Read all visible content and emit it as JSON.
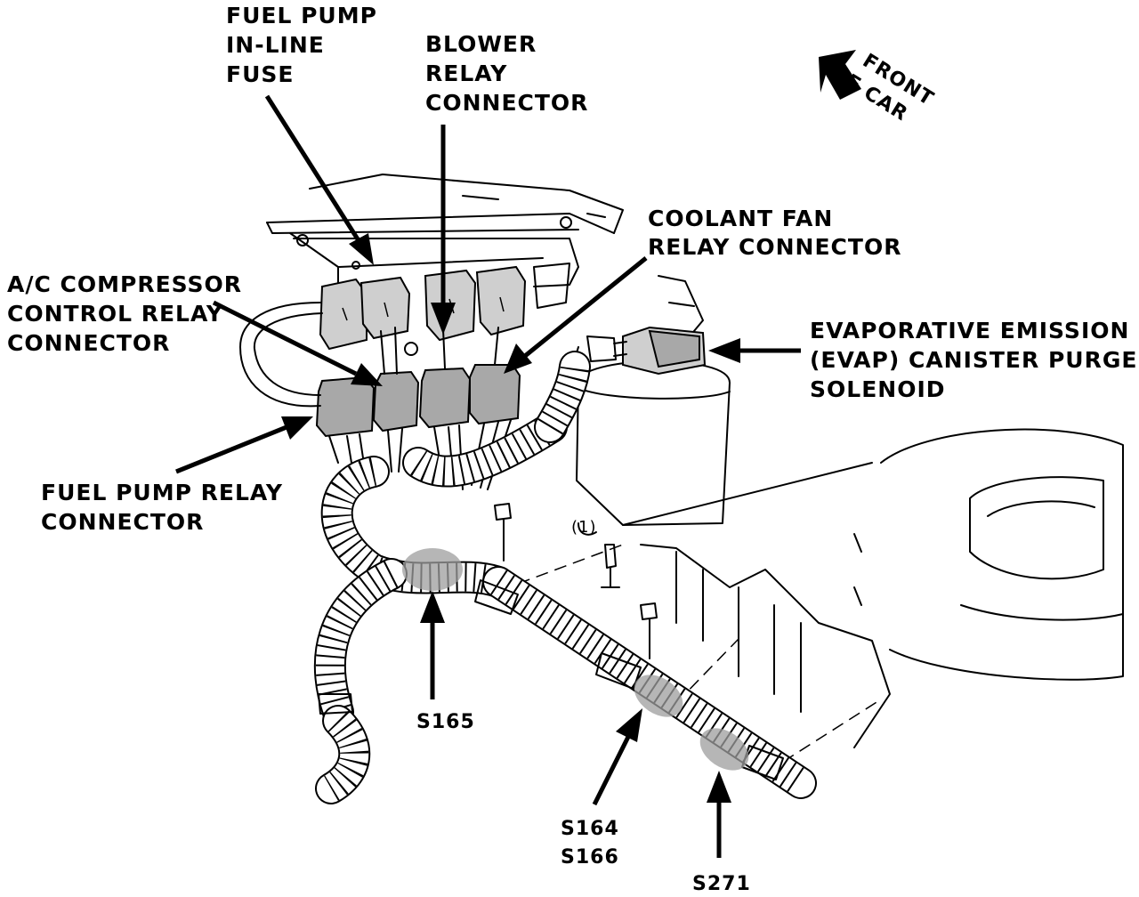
{
  "labels": {
    "fuel_pump_inline_fuse": [
      "FUEL PUMP",
      "IN-LINE",
      "FUSE"
    ],
    "blower_relay_connector": [
      "BLOWER",
      "RELAY",
      "CONNECTOR"
    ],
    "front_of_car": [
      "FRONT",
      "OF CAR"
    ],
    "coolant_fan_relay_connector": [
      "COOLANT FAN",
      "RELAY CONNECTOR"
    ],
    "ac_compressor_control_relay_connector": [
      "A/C COMPRESSOR",
      "CONTROL RELAY",
      "CONNECTOR"
    ],
    "evap_canister_purge_solenoid": [
      "EVAPORATIVE EMISSION",
      "(EVAP) CANISTER PURGE",
      "SOLENOID"
    ],
    "fuel_pump_relay_connector": [
      "FUEL PUMP RELAY",
      "CONNECTOR"
    ],
    "s165": "S165",
    "s164_s166": [
      "S164",
      "S166"
    ],
    "s271": "S271",
    "callout_1": "(1)"
  },
  "colors": {
    "ink": "#000000",
    "connector_fill": "#cfcfcf",
    "splice_shade": "#9e9e9e",
    "background": "#ffffff"
  }
}
